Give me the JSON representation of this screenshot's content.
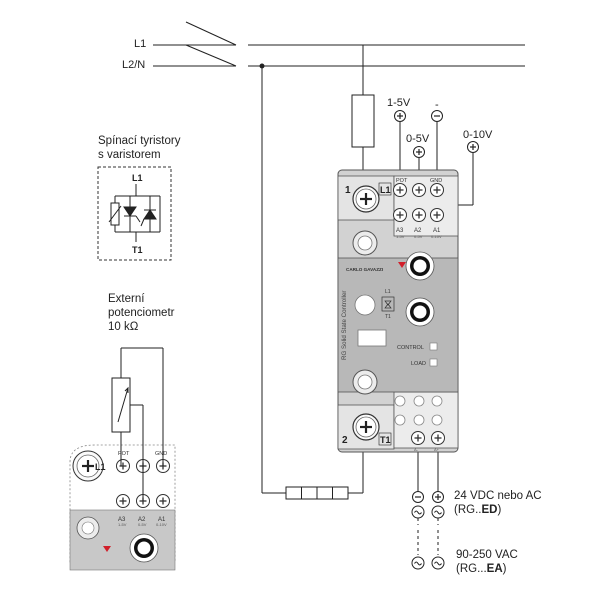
{
  "lines": {
    "l1": "L1",
    "l2n": "L2/N"
  },
  "inputs": {
    "v1_5": "1-5V",
    "v0_5": "0-5V",
    "gnd": "-",
    "v0_10": "0-10V"
  },
  "thyristor_box": {
    "title_line1": "Spínací tyristory",
    "title_line2": "s varistorem",
    "top": "L1",
    "bottom": "T1"
  },
  "potentiometer": {
    "line1": "Externí",
    "line2": "potenciometr",
    "line3": "10 kΩ"
  },
  "device": {
    "term_top_num": "1",
    "term_top_label": "L1",
    "term_bottom_num": "2",
    "term_bottom_label": "T1",
    "pot_label": "POT",
    "gnd_label": "GND",
    "a3": "A3",
    "a3_sub": "1-5V",
    "a2": "A2",
    "a2_sub": "0-5V",
    "a1": "A1",
    "a1_sub": "0-10V",
    "brand": "CARLO GAVAZZI",
    "product": "RG Solid State Controller",
    "chip_top": "L1",
    "chip_bottom": "T1",
    "control": "CONTROL",
    "load": "LOAD",
    "a_minus": "A-",
    "a_plus": "A+"
  },
  "supply_dc": {
    "text": "24 VDC nebo AC",
    "code_prefix": "(RG..",
    "code_bold": "ED",
    "code_suffix": ")"
  },
  "supply_ac": {
    "text": "90-250 VAC",
    "code_prefix": "(RG...",
    "code_bold": "EA",
    "code_suffix": ")"
  },
  "colors": {
    "device_body": "#c9c9c9",
    "panel": "#b0b0b0",
    "accent": "#d11f2a",
    "line": "#222222"
  }
}
